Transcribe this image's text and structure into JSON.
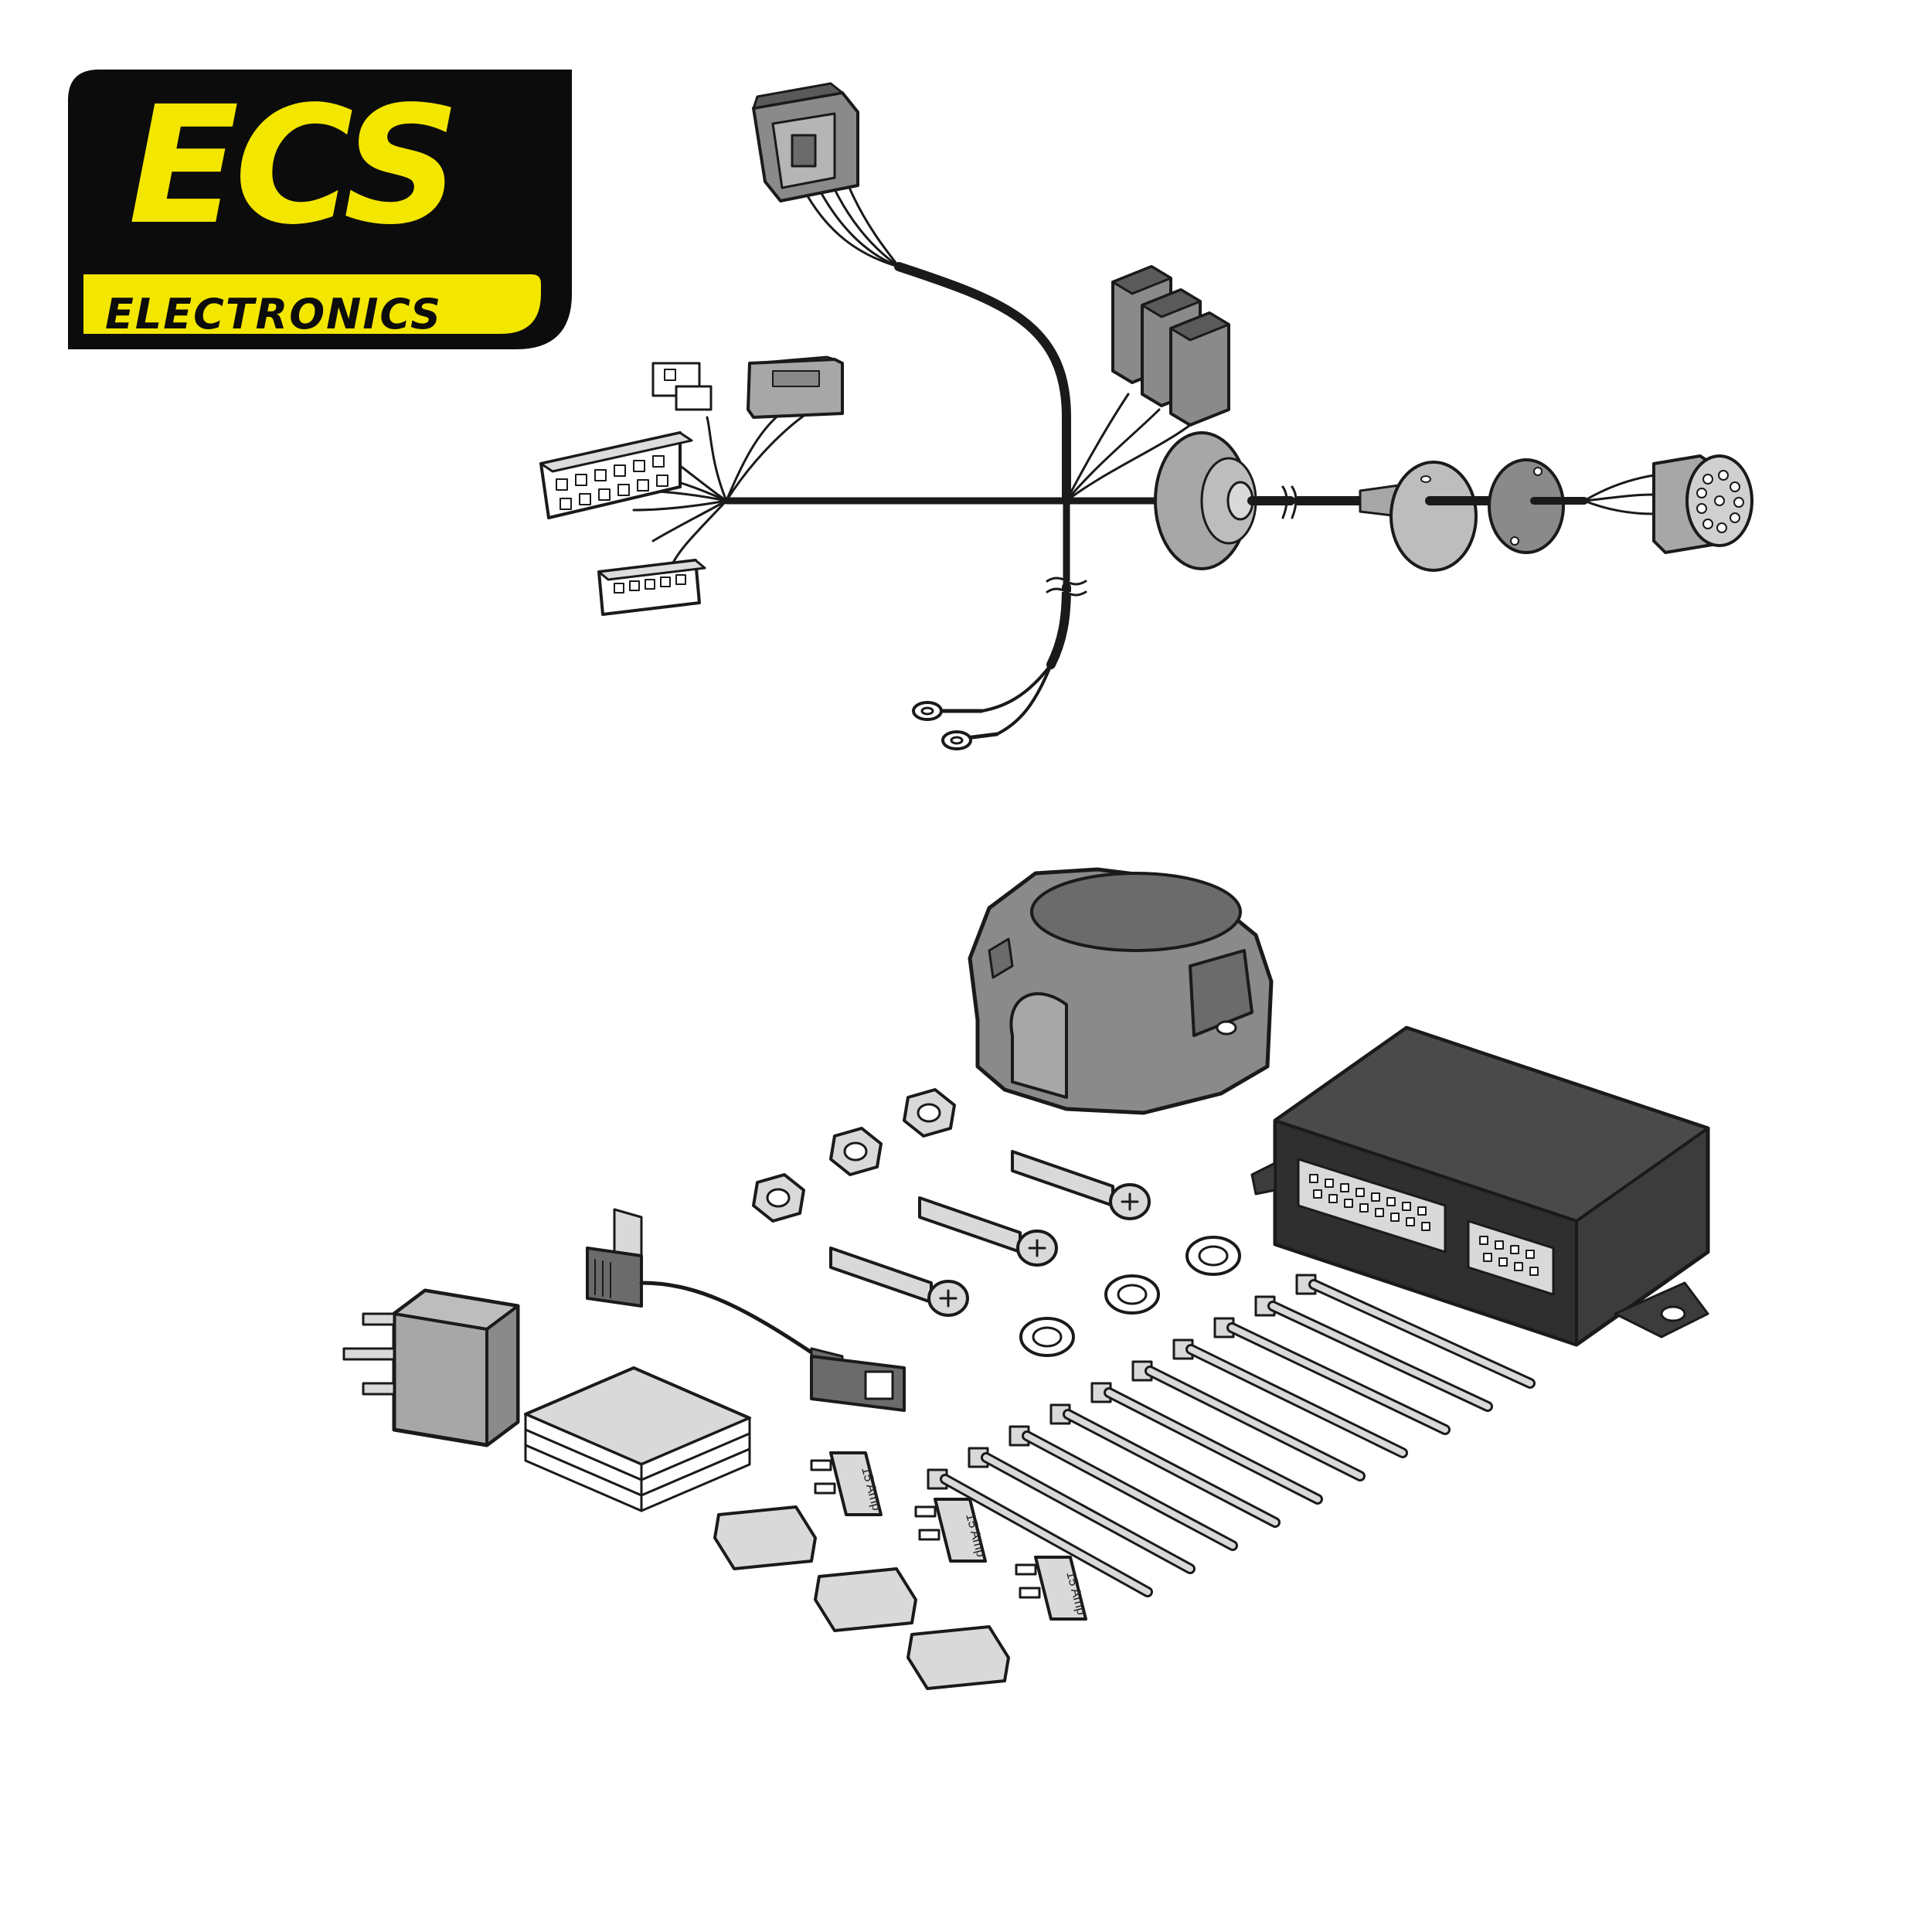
{
  "logo": {
    "brand": "ECS",
    "subtitle": "ELECTRONICS",
    "colors": {
      "background": "#0c0c0c",
      "accent": "#f3e600"
    }
  },
  "kit": {
    "fuses": [
      {
        "label": "15 Amp"
      },
      {
        "label": "15 Amp"
      },
      {
        "label": "15 Amp"
      }
    ]
  },
  "colors": {
    "line": "#1a1a1a",
    "grey_light": "#d9d9d9",
    "grey_mid": "#a7a7a7",
    "grey_dark": "#6b6b6b",
    "module": "#3c3c3c"
  }
}
